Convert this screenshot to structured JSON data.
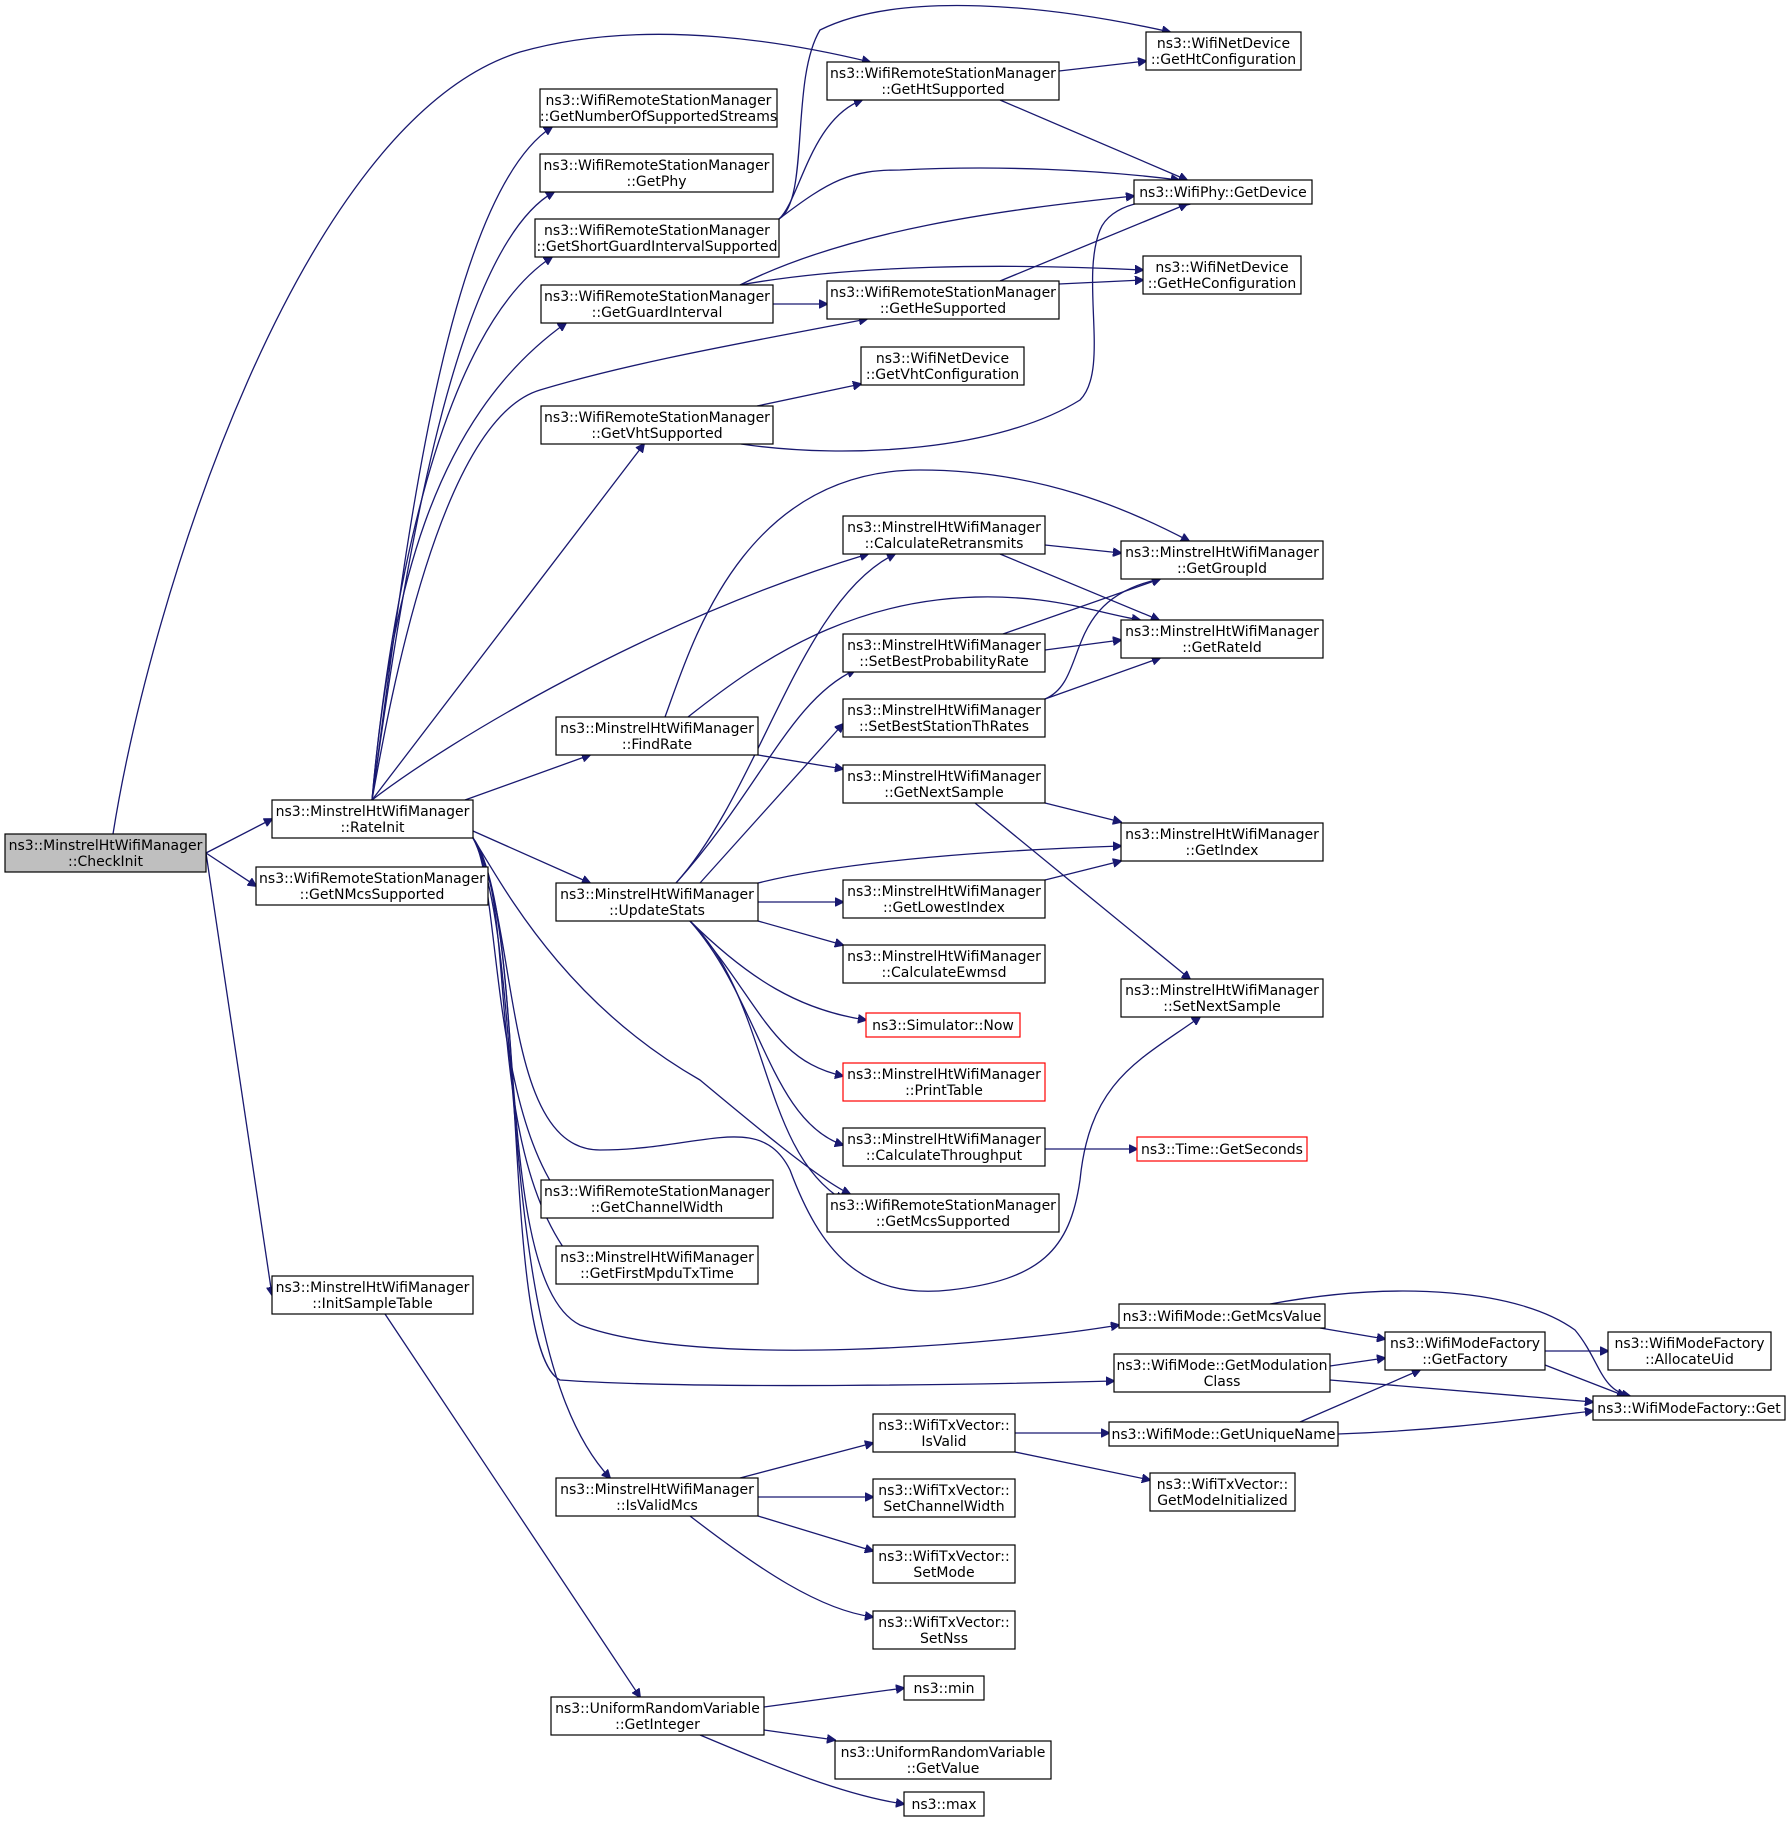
{
  "graph": {
    "nodes": [
      {
        "id": "checkinit",
        "lines": [
          "ns3::MinstrelHtWifiManager",
          "::CheckInit"
        ],
        "style": "root"
      },
      {
        "id": "rateinit",
        "lines": [
          "ns3::MinstrelHtWifiManager",
          "::RateInit"
        ]
      },
      {
        "id": "getnmcs",
        "lines": [
          "ns3::WifiRemoteStationManager",
          "::GetNMcsSupported"
        ]
      },
      {
        "id": "initsample",
        "lines": [
          "ns3::MinstrelHtWifiManager",
          "::InitSampleTable"
        ]
      },
      {
        "id": "getnumstreams",
        "lines": [
          "ns3::WifiRemoteStationManager",
          "::GetNumberOfSupportedStreams"
        ]
      },
      {
        "id": "getphy",
        "lines": [
          "ns3::WifiRemoteStationManager",
          "::GetPhy"
        ]
      },
      {
        "id": "getsgi",
        "lines": [
          "ns3::WifiRemoteStationManager",
          "::GetShortGuardIntervalSupported"
        ]
      },
      {
        "id": "getgi",
        "lines": [
          "ns3::WifiRemoteStationManager",
          "::GetGuardInterval"
        ]
      },
      {
        "id": "getvhtsup",
        "lines": [
          "ns3::WifiRemoteStationManager",
          "::GetVhtSupported"
        ]
      },
      {
        "id": "findrate",
        "lines": [
          "ns3::MinstrelHtWifiManager",
          "::FindRate"
        ]
      },
      {
        "id": "updatestats",
        "lines": [
          "ns3::MinstrelHtWifiManager",
          "::UpdateStats"
        ]
      },
      {
        "id": "getchw",
        "lines": [
          "ns3::WifiRemoteStationManager",
          "::GetChannelWidth"
        ]
      },
      {
        "id": "getfirstmpdu",
        "lines": [
          "ns3::MinstrelHtWifiManager",
          "::GetFirstMpduTxTime"
        ]
      },
      {
        "id": "isvalidmcs",
        "lines": [
          "ns3::MinstrelHtWifiManager",
          "::IsValidMcs"
        ]
      },
      {
        "id": "getinteger",
        "lines": [
          "ns3::UniformRandomVariable",
          "::GetInteger"
        ]
      },
      {
        "id": "gethtsup",
        "lines": [
          "ns3::WifiRemoteStationManager",
          "::GetHtSupported"
        ]
      },
      {
        "id": "gethesup",
        "lines": [
          "ns3::WifiRemoteStationManager",
          "::GetHeSupported"
        ]
      },
      {
        "id": "getvhtconf",
        "lines": [
          "ns3::WifiNetDevice",
          "::GetVhtConfiguration"
        ]
      },
      {
        "id": "calcretrans",
        "lines": [
          "ns3::MinstrelHtWifiManager",
          "::CalculateRetransmits"
        ]
      },
      {
        "id": "setbestprob",
        "lines": [
          "ns3::MinstrelHtWifiManager",
          "::SetBestProbabilityRate"
        ]
      },
      {
        "id": "setbeststation",
        "lines": [
          "ns3::MinstrelHtWifiManager",
          "::SetBestStationThRates"
        ]
      },
      {
        "id": "getnextsample",
        "lines": [
          "ns3::MinstrelHtWifiManager",
          "::GetNextSample"
        ]
      },
      {
        "id": "getlowestindex",
        "lines": [
          "ns3::MinstrelHtWifiManager",
          "::GetLowestIndex"
        ]
      },
      {
        "id": "calcewmsd",
        "lines": [
          "ns3::MinstrelHtWifiManager",
          "::CalculateEwmsd"
        ]
      },
      {
        "id": "simnow",
        "lines": [
          "ns3::Simulator::Now"
        ],
        "style": "red"
      },
      {
        "id": "printtable",
        "lines": [
          "ns3::MinstrelHtWifiManager",
          "::PrintTable"
        ],
        "style": "red"
      },
      {
        "id": "calcthroughput",
        "lines": [
          "ns3::MinstrelHtWifiManager",
          "::CalculateThroughput"
        ]
      },
      {
        "id": "getmcssup",
        "lines": [
          "ns3::WifiRemoteStationManager",
          "::GetMcsSupported"
        ]
      },
      {
        "id": "istxvalid",
        "lines": [
          "ns3::WifiTxVector::",
          "IsValid"
        ]
      },
      {
        "id": "setchw",
        "lines": [
          "ns3::WifiTxVector::",
          "SetChannelWidth"
        ]
      },
      {
        "id": "setmode",
        "lines": [
          "ns3::WifiTxVector::",
          "SetMode"
        ]
      },
      {
        "id": "setnss",
        "lines": [
          "ns3::WifiTxVector::",
          "SetNss"
        ]
      },
      {
        "id": "nsmin",
        "lines": [
          "ns3::min"
        ]
      },
      {
        "id": "getvalue",
        "lines": [
          "ns3::UniformRandomVariable",
          "::GetValue"
        ]
      },
      {
        "id": "nsmax",
        "lines": [
          "ns3::max"
        ]
      },
      {
        "id": "gethtconf",
        "lines": [
          "ns3::WifiNetDevice",
          "::GetHtConfiguration"
        ]
      },
      {
        "id": "getdevice",
        "lines": [
          "ns3::WifiPhy::GetDevice"
        ]
      },
      {
        "id": "getheconf",
        "lines": [
          "ns3::WifiNetDevice",
          "::GetHeConfiguration"
        ]
      },
      {
        "id": "getgroupid",
        "lines": [
          "ns3::MinstrelHtWifiManager",
          "::GetGroupId"
        ]
      },
      {
        "id": "getrateid",
        "lines": [
          "ns3::MinstrelHtWifiManager",
          "::GetRateId"
        ]
      },
      {
        "id": "getindex",
        "lines": [
          "ns3::MinstrelHtWifiManager",
          "::GetIndex"
        ]
      },
      {
        "id": "setnextsample",
        "lines": [
          "ns3::MinstrelHtWifiManager",
          "::SetNextSample"
        ]
      },
      {
        "id": "getseconds",
        "lines": [
          "ns3::Time::GetSeconds"
        ],
        "style": "red"
      },
      {
        "id": "getmcsvalue",
        "lines": [
          "ns3::WifiMode::GetMcsValue"
        ]
      },
      {
        "id": "getmodclass",
        "lines": [
          "ns3::WifiMode::GetModulation",
          "Class"
        ]
      },
      {
        "id": "getuniquename",
        "lines": [
          "ns3::WifiMode::GetUniqueName"
        ]
      },
      {
        "id": "getmodeinit",
        "lines": [
          "ns3::WifiTxVector::",
          "GetModeInitialized"
        ]
      },
      {
        "id": "getfactory",
        "lines": [
          "ns3::WifiModeFactory",
          "::GetFactory"
        ]
      },
      {
        "id": "allocateuid",
        "lines": [
          "ns3::WifiModeFactory",
          "::AllocateUid"
        ]
      },
      {
        "id": "factoryget",
        "lines": [
          "ns3::WifiModeFactory::Get"
        ]
      }
    ],
    "edges": [
      {
        "from": "checkinit",
        "to": "rateinit"
      },
      {
        "from": "checkinit",
        "to": "getnmcs"
      },
      {
        "from": "checkinit",
        "to": "initsample"
      },
      {
        "from": "checkinit",
        "to": "gethtsup"
      },
      {
        "from": "rateinit",
        "to": "getnumstreams"
      },
      {
        "from": "rateinit",
        "to": "getphy"
      },
      {
        "from": "rateinit",
        "to": "getsgi"
      },
      {
        "from": "rateinit",
        "to": "getgi"
      },
      {
        "from": "rateinit",
        "to": "gethesup"
      },
      {
        "from": "rateinit",
        "to": "getvhtsup"
      },
      {
        "from": "rateinit",
        "to": "calcretrans"
      },
      {
        "from": "rateinit",
        "to": "findrate"
      },
      {
        "from": "rateinit",
        "to": "updatestats"
      },
      {
        "from": "rateinit",
        "to": "getmcssup"
      },
      {
        "from": "rateinit",
        "to": "setnextsample"
      },
      {
        "from": "rateinit",
        "to": "getchw"
      },
      {
        "from": "rateinit",
        "to": "getfirstmpdu"
      },
      {
        "from": "rateinit",
        "to": "getmcsvalue"
      },
      {
        "from": "rateinit",
        "to": "getmodclass"
      },
      {
        "from": "rateinit",
        "to": "isvalidmcs"
      },
      {
        "from": "getsgi",
        "to": "gethtsup"
      },
      {
        "from": "getsgi",
        "to": "gethtconf"
      },
      {
        "from": "getsgi",
        "to": "getdevice"
      },
      {
        "from": "getgi",
        "to": "getdevice"
      },
      {
        "from": "getgi",
        "to": "getheconf"
      },
      {
        "from": "getgi",
        "to": "gethesup"
      },
      {
        "from": "getvhtsup",
        "to": "getvhtconf"
      },
      {
        "from": "getvhtsup",
        "to": "getdevice"
      },
      {
        "from": "gethtsup",
        "to": "gethtconf"
      },
      {
        "from": "gethtsup",
        "to": "getdevice"
      },
      {
        "from": "gethesup",
        "to": "getdevice"
      },
      {
        "from": "gethesup",
        "to": "getheconf"
      },
      {
        "from": "findrate",
        "to": "getgroupid"
      },
      {
        "from": "findrate",
        "to": "getrateid"
      },
      {
        "from": "findrate",
        "to": "getnextsample"
      },
      {
        "from": "updatestats",
        "to": "calcretrans"
      },
      {
        "from": "updatestats",
        "to": "setbestprob"
      },
      {
        "from": "updatestats",
        "to": "setbeststation"
      },
      {
        "from": "updatestats",
        "to": "getindex"
      },
      {
        "from": "updatestats",
        "to": "getlowestindex"
      },
      {
        "from": "updatestats",
        "to": "calcewmsd"
      },
      {
        "from": "updatestats",
        "to": "simnow"
      },
      {
        "from": "updatestats",
        "to": "printtable"
      },
      {
        "from": "updatestats",
        "to": "calcthroughput"
      },
      {
        "from": "updatestats",
        "to": "getmcssup"
      },
      {
        "from": "calcretrans",
        "to": "getgroupid"
      },
      {
        "from": "calcretrans",
        "to": "getrateid"
      },
      {
        "from": "setbestprob",
        "to": "getgroupid"
      },
      {
        "from": "setbestprob",
        "to": "getrateid"
      },
      {
        "from": "setbeststation",
        "to": "getgroupid"
      },
      {
        "from": "setbeststation",
        "to": "getrateid"
      },
      {
        "from": "getnextsample",
        "to": "getindex"
      },
      {
        "from": "getnextsample",
        "to": "setnextsample"
      },
      {
        "from": "getlowestindex",
        "to": "getindex"
      },
      {
        "from": "calcthroughput",
        "to": "getseconds"
      },
      {
        "from": "isvalidmcs",
        "to": "istxvalid"
      },
      {
        "from": "isvalidmcs",
        "to": "setchw"
      },
      {
        "from": "isvalidmcs",
        "to": "setmode"
      },
      {
        "from": "isvalidmcs",
        "to": "setnss"
      },
      {
        "from": "istxvalid",
        "to": "getuniquename"
      },
      {
        "from": "istxvalid",
        "to": "getmodeinit"
      },
      {
        "from": "initsample",
        "to": "getinteger"
      },
      {
        "from": "getinteger",
        "to": "nsmin"
      },
      {
        "from": "getinteger",
        "to": "getvalue"
      },
      {
        "from": "getinteger",
        "to": "nsmax"
      },
      {
        "from": "getmcsvalue",
        "to": "getfactory"
      },
      {
        "from": "getmcsvalue",
        "to": "factoryget"
      },
      {
        "from": "getmodclass",
        "to": "getfactory"
      },
      {
        "from": "getmodclass",
        "to": "factoryget"
      },
      {
        "from": "getuniquename",
        "to": "getfactory"
      },
      {
        "from": "getuniquename",
        "to": "factoryget"
      },
      {
        "from": "getfactory",
        "to": "allocateuid"
      },
      {
        "from": "getfactory",
        "to": "factoryget"
      }
    ]
  },
  "colors": {
    "edge": "#191970",
    "node_border": "#000000",
    "node_border_highlight": "#ff0000",
    "root_fill": "#bfbfbf",
    "node_fill": "#ffffff"
  }
}
